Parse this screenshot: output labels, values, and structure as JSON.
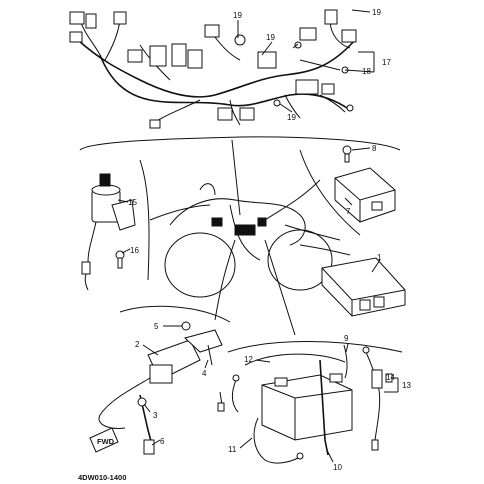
{
  "diagram": {
    "callouts": {
      "c1": "1",
      "c2": "2",
      "c3": "3",
      "c4": "4",
      "c5": "5",
      "c6": "6",
      "c7": "7",
      "c8": "8",
      "c9": "9",
      "c10": "10",
      "c11": "11",
      "c12": "12",
      "c13": "13",
      "c14": "14",
      "c15": "15",
      "c16": "16",
      "c17": "17",
      "c18": "18",
      "c19a": "19",
      "c19b": "19",
      "c19c": "19",
      "c19d": "19"
    },
    "drawing_code": "4DW010-1400",
    "stamp_text": "FWD"
  }
}
